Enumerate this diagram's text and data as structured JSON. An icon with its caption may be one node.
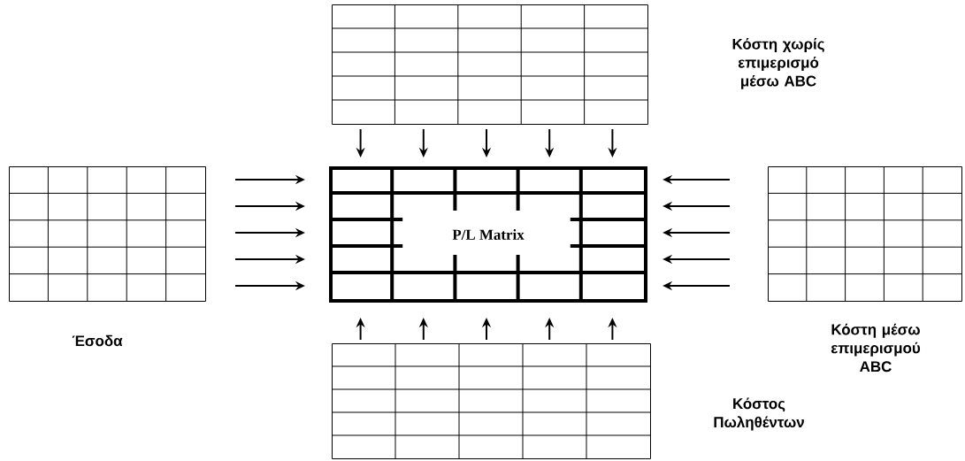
{
  "diagram": {
    "nodes": [
      {
        "text": [],
        "shape": "box"
      },
      {
        "text": [],
        "shape": "box",
        "beside": [
          "Έσοδα"
        ]
      },
      {
        "text": [
          "P/L Matrix"
        ]
      },
      {
        "text": [],
        "shape": "box",
        "beside": [
          "Κόστη μέσω επιμερισμού ABC"
        ]
      },
      {
        "text": [],
        "shape": "box"
      }
    ],
    "labels": [
      "Κόστη χωρίς επιμερισμό μέσω ABC",
      "Κόστος Πωληθέντων"
    ],
    "edges": [
      {
        "from": 0,
        "to": 2,
        "arrow": "to"
      },
      {
        "from": 0,
        "to": 2,
        "arrow": "to"
      },
      {
        "from": 0,
        "to": 2,
        "arrow": "to"
      },
      {
        "from": 0,
        "to": 2,
        "arrow": "to"
      },
      {
        "from": 0,
        "to": 2,
        "arrow": "to"
      },
      {
        "from": 1,
        "to": 2,
        "arrow": "to"
      },
      {
        "from": 1,
        "to": 2,
        "arrow": "to"
      },
      {
        "from": 1,
        "to": 2,
        "arrow": "to"
      },
      {
        "from": 1,
        "to": 2,
        "arrow": "to"
      },
      {
        "from": 1,
        "to": 2,
        "arrow": "to"
      },
      {
        "from": 3,
        "to": 2,
        "arrow": "to"
      },
      {
        "from": 3,
        "to": 2,
        "arrow": "to"
      },
      {
        "from": 3,
        "to": 2,
        "arrow": "to"
      },
      {
        "from": 3,
        "to": 2,
        "arrow": "to"
      },
      {
        "from": 3,
        "to": 2,
        "arrow": "to"
      },
      {
        "from": 4,
        "to": 2,
        "arrow": "to"
      },
      {
        "from": 4,
        "to": 2,
        "arrow": "to"
      },
      {
        "from": 4,
        "to": 2,
        "arrow": "to"
      },
      {
        "from": 4,
        "to": 2,
        "arrow": "to"
      },
      {
        "from": 4,
        "to": 2,
        "arrow": "to"
      }
    ]
  }
}
